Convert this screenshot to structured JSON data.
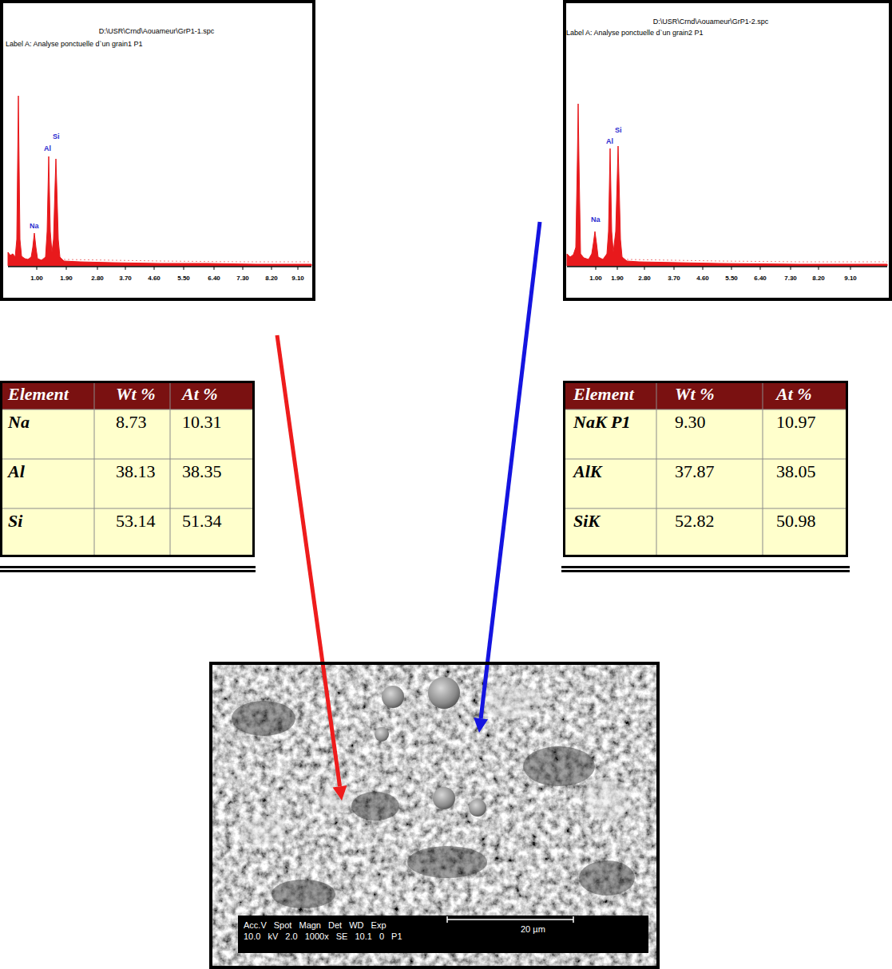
{
  "diagram": {
    "nodes": [
      {
        "text": [
          "D:\\USR\\Crnd\\Aouameur\\GrP1-1.spc",
          "Label A: Analyse ponctuelle d`un grain1 P1",
          "Na",
          "Al",
          "Si",
          "1.00",
          "1.90",
          "2.80",
          "3.70",
          "4.60",
          "5.50",
          "6.40",
          "7.30",
          "8.20",
          "9.10"
        ]
      },
      {
        "text": [
          "D:\\USR\\Crnd\\Aouameur\\GrP1-2.spc",
          "Label A: Analyse ponctuelle d`un grain2 P1",
          "Na",
          "Al",
          "Si",
          "1.00",
          "1.90",
          "2.80",
          "3.70",
          "4.60",
          "5.50",
          "6.40",
          "7.30",
          "8.20",
          "9.10"
        ]
      },
      {
        "text": [
          "Acc.V Spot Magn Det WD Exp",
          "10.0 kV 2.0 1000x SE 10.1 0 P1",
          "20 µm"
        ]
      }
    ],
    "edges": [
      {
        "from": 0,
        "to": 2,
        "arrow": "to"
      },
      {
        "from": 1,
        "to": 2,
        "arrow": "to"
      }
    ],
    "labels": [
      "Element",
      "Wt %",
      "At %",
      "Na",
      "8.73",
      "10.31",
      "Al",
      "38.13",
      "38.35",
      "Si",
      "53.14",
      "51.34",
      "Element",
      "Wt %",
      "At %",
      "NaK P1",
      "9.30",
      "10.97",
      "AlK",
      "37.87",
      "38.05",
      "SiK",
      "52.82",
      "50.98"
    ]
  }
}
